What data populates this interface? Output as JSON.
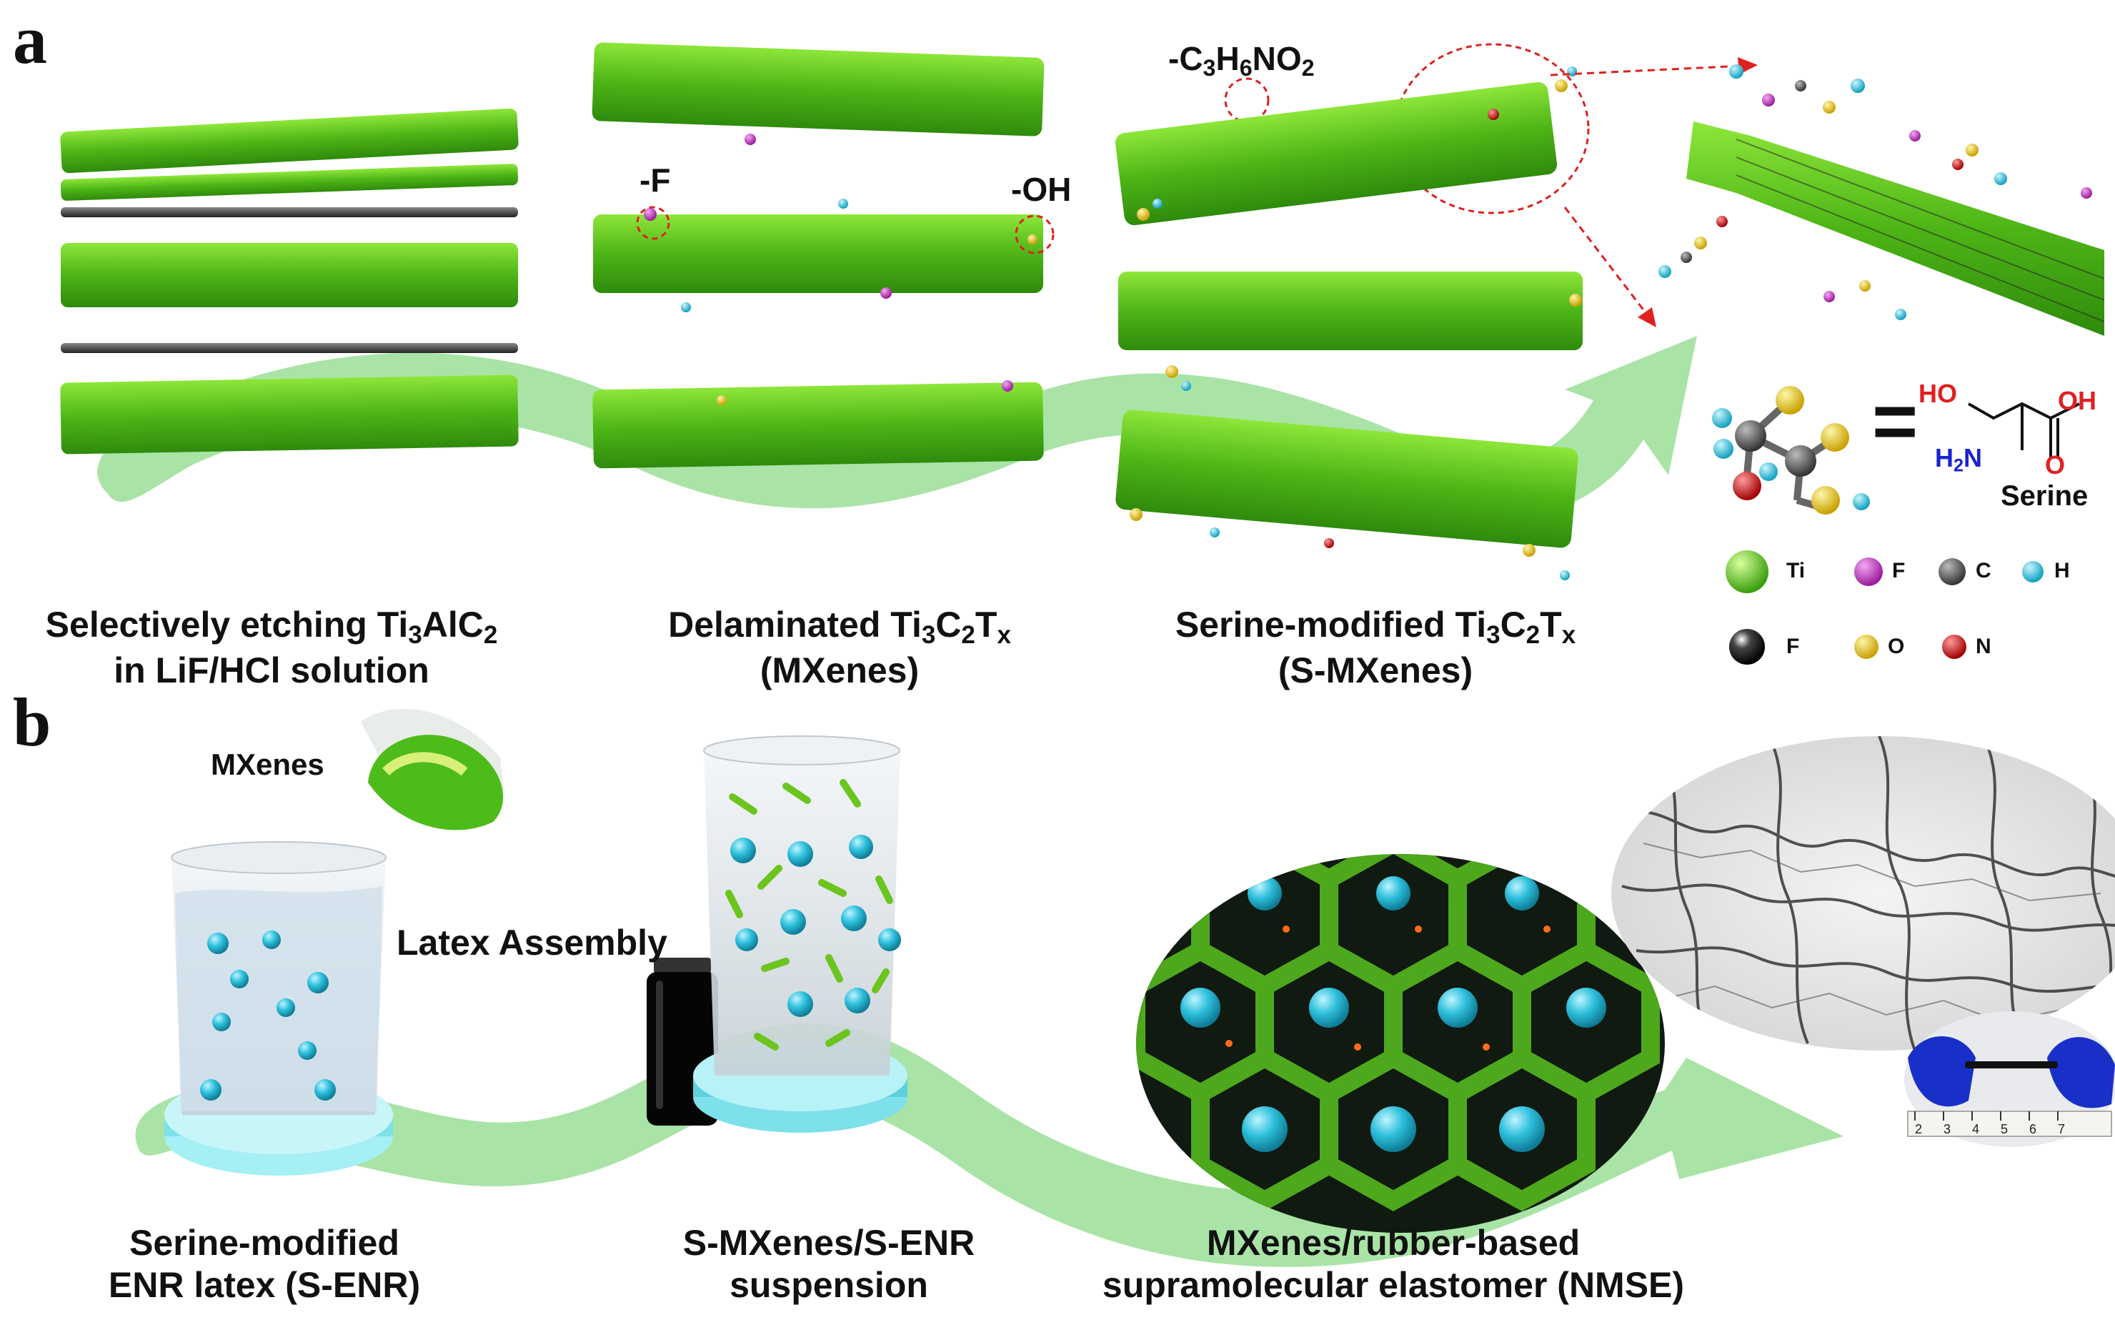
{
  "panels": {
    "a": "a",
    "b": "b"
  },
  "panel_a": {
    "captions": {
      "etch_line1": "Selectively etching Ti3AlC2",
      "etch_line2": "in LiF/HCl solution",
      "delam_line1": "Delaminated Ti3C2Tx",
      "delam_line2": "(MXenes)",
      "serine_line1": "Serine-modified Ti3C2Tx",
      "serine_line2": "(S-MXenes)"
    },
    "groups": {
      "f": "-F",
      "oh": "-OH",
      "c3h6no2": "-C3H6NO2"
    },
    "serine": {
      "ho": "HO",
      "oh": "OH",
      "h2n": "H2N",
      "o": "O",
      "name": "Serine",
      "equals": "="
    },
    "legend": [
      {
        "symbol": "Ti",
        "color": "#6cd21c"
      },
      {
        "symbol": "F",
        "color": "#c832c8"
      },
      {
        "symbol": "C",
        "color": "#555555"
      },
      {
        "symbol": "H",
        "color": "#22c8e0"
      },
      {
        "symbol": "F",
        "color": "#1a1a1a"
      },
      {
        "symbol": "O",
        "color": "#f2d21a"
      },
      {
        "symbol": "N",
        "color": "#dd1a1a"
      }
    ]
  },
  "panel_b": {
    "labels": {
      "mxenes": "MXenes",
      "assembly": "Latex Assembly"
    },
    "captions": {
      "senr_line1": "Serine-modified",
      "senr_line2": "ENR latex (S-ENR)",
      "susp_line1": "S-MXenes/S-ENR",
      "susp_line2": "suspension",
      "nmse_line1": "MXenes/rubber-based",
      "nmse_line2": "supramolecular elastomer (NMSE)"
    },
    "ruler_ticks": [
      "2",
      "3",
      "4",
      "5",
      "6",
      "7"
    ]
  },
  "colors": {
    "ti": "#6cd21c",
    "arrow": "#9adf97",
    "latex": "#2ec0dc",
    "highlight": "#e02020"
  }
}
